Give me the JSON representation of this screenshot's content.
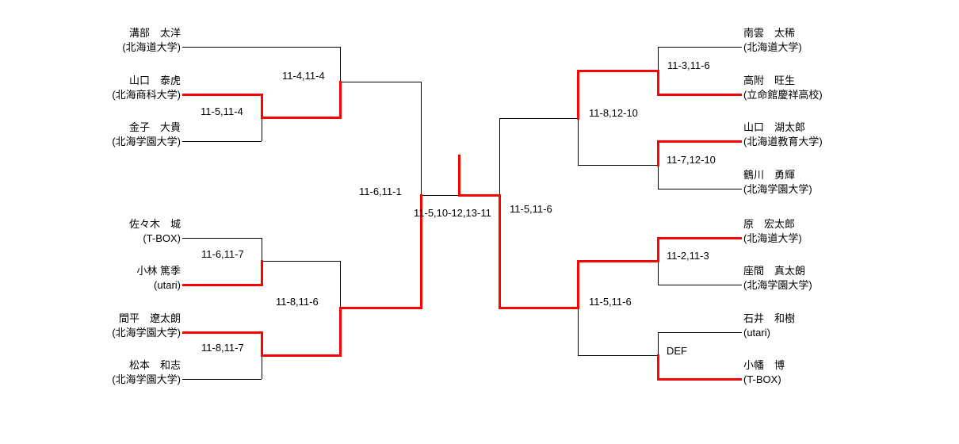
{
  "page": {
    "background_color": "#ffffff",
    "line_color": "#000000",
    "winner_path_color": "#ff0000"
  },
  "bracket": {
    "type": "single-elimination-tournament",
    "left": {
      "players": [
        {
          "name": "溝部　太洋",
          "affiliation": "(北海道大学)"
        },
        {
          "name": "山口　泰虎",
          "affiliation": "(北海商科大学)"
        },
        {
          "name": "金子　大貴",
          "affiliation": "(北海学園大学)"
        },
        {
          "name": "佐々木　城",
          "affiliation": "(T-BOX)"
        },
        {
          "name": "小林 篤季",
          "affiliation": "(utari)"
        },
        {
          "name": "間平　遼太朗",
          "affiliation": "(北海学園大学)"
        },
        {
          "name": "松本　和志",
          "affiliation": "(北海学園大学)"
        }
      ],
      "matches": {
        "round1": [
          {
            "score": "11-5,11-4",
            "winner": "山口　泰虎"
          },
          {
            "score": "11-6,11-7",
            "winner": "小林 篤季"
          },
          {
            "score": "11-8,11-7",
            "winner": "間平　遼太朗"
          }
        ],
        "quarterfinals": [
          {
            "score": "11-4,11-4",
            "winner": "山口　泰虎"
          },
          {
            "score": "11-8,11-6",
            "winner": "間平　遼太朗"
          }
        ],
        "semifinal": {
          "score": "11-6,11-1",
          "winner": "間平　遼太朗"
        }
      }
    },
    "right": {
      "players": [
        {
          "name": "南雲　太稀",
          "affiliation": "(北海道大学)"
        },
        {
          "name": "高附　旺生",
          "affiliation": "(立命館慶祥高校)"
        },
        {
          "name": "山口　湖太郎",
          "affiliation": "(北海道教育大学)"
        },
        {
          "name": "鶴川　勇輝",
          "affiliation": "(北海学園大学)"
        },
        {
          "name": "原　宏太郎",
          "affiliation": "(北海道大学)"
        },
        {
          "name": "座間　真太朗",
          "affiliation": "(北海学園大学)"
        },
        {
          "name": "石井　和樹",
          "affiliation": "(utari)"
        },
        {
          "name": "小幡　博",
          "affiliation": "(T-BOX)"
        }
      ],
      "matches": {
        "round1": [
          {
            "score": "11-3,11-6",
            "winner": "高附　旺生"
          },
          {
            "score": "11-7,12-10",
            "winner": "山口　湖太郎"
          },
          {
            "score": "11-2,11-3",
            "winner": "原　宏太郎"
          },
          {
            "score": "DEF",
            "winner": "小幡　博"
          }
        ],
        "quarterfinals": [
          {
            "score": "11-8,12-10",
            "winner": "高附　旺生"
          },
          {
            "score": "11-5,11-6",
            "winner": "原　宏太郎"
          }
        ],
        "semifinal": {
          "score": "11-5,11-6",
          "winner": "原　宏太郎"
        }
      }
    },
    "final": {
      "score": "11-5,10-12,13-11",
      "winner": "原　宏太郎"
    }
  }
}
